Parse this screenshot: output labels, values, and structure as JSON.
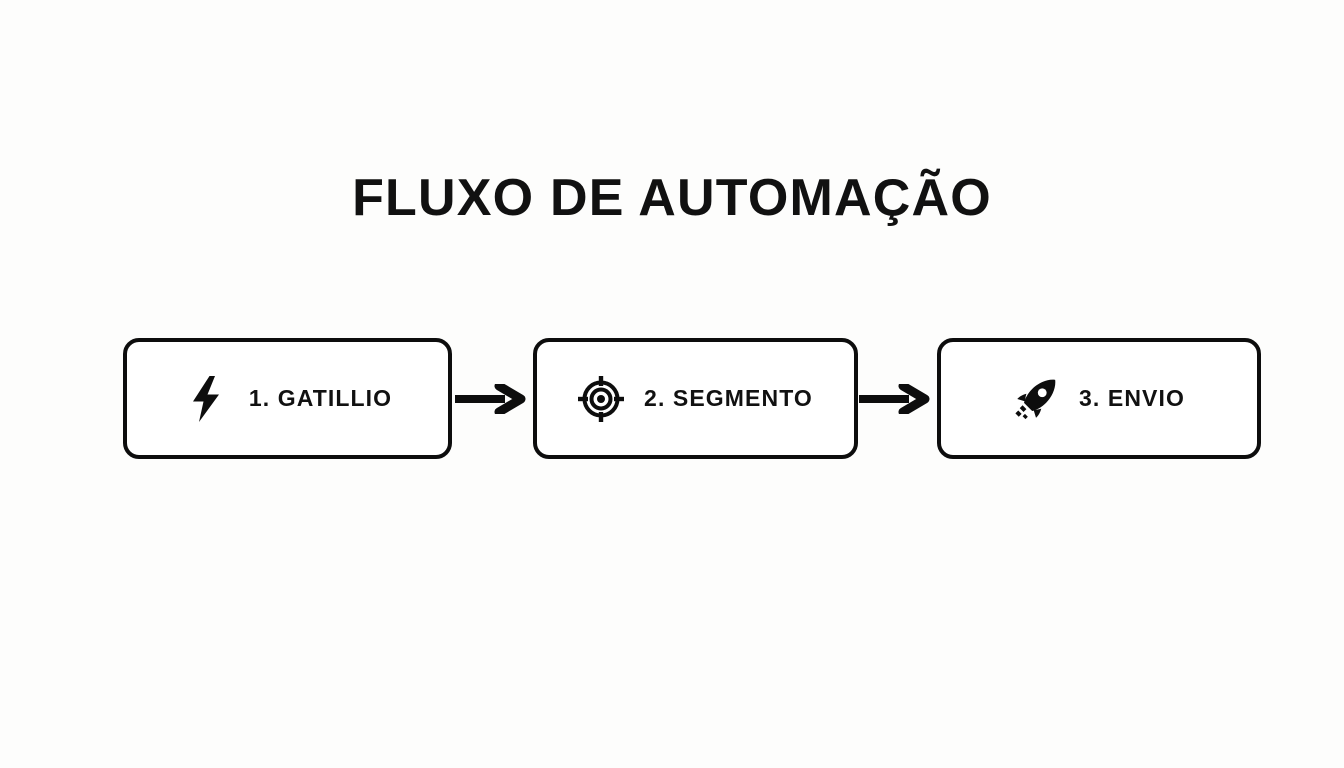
{
  "page": {
    "title": "FLUXO DE AUTOMAÇÃO",
    "background_color": "#fdfdfc",
    "ink_color": "#0d0d0d"
  },
  "diagram": {
    "type": "flow",
    "orientation": "horizontal",
    "steps": [
      {
        "id": "step-1",
        "label": "1. GATILLIO",
        "icon": "lightning-bolt-icon"
      },
      {
        "id": "step-2",
        "label": "2. SEGMENTO",
        "icon": "target-crosshair-icon"
      },
      {
        "id": "step-3",
        "label": "3. ENVIO",
        "icon": "rocket-icon"
      }
    ],
    "connectors": [
      {
        "id": "arrow-1",
        "icon": "arrow-right-icon",
        "from": "step-1",
        "to": "step-2"
      },
      {
        "id": "arrow-2",
        "icon": "arrow-right-icon",
        "from": "step-2",
        "to": "step-3"
      }
    ]
  }
}
